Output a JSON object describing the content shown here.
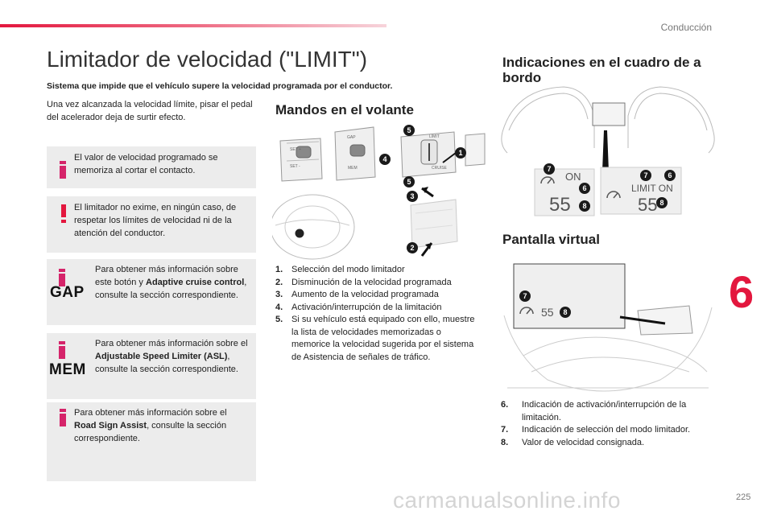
{
  "header": {
    "section": "Conducción",
    "chapter": "6",
    "page": "225"
  },
  "title": "Limitador de velocidad (\"LIMIT\")",
  "subtitle": "Sistema que impide que el vehículo supere la velocidad programada por el conductor.",
  "intro": "Una vez alcanzada la velocidad límite, pisar el pedal del acelerador deja de surtir efecto.",
  "notes": {
    "n1": "El valor de velocidad programado se memoriza al cortar el contacto.",
    "n2": "El limitador no exime, en ningún caso, de respetar los límites de velocidad ni de la atención del conductor.",
    "n3": {
      "label": "GAP",
      "pre": "Para obtener más información sobre este botón y ",
      "bold": "Adaptive cruise control",
      "post": ", consulte la sección correspondiente."
    },
    "n4": {
      "label": "MEM",
      "pre": "Para obtener más información sobre el ",
      "bold": "Adjustable Speed Limiter (ASL)",
      "post": ", consulte la sección correspondiente."
    },
    "n5": {
      "pre": "Para obtener más información sobre el ",
      "bold": "Road Sign Assist",
      "post": ", consulte la sección correspondiente."
    }
  },
  "mandos": {
    "heading": "Mandos en el volante",
    "items": [
      {
        "n": "1.",
        "t": "Selección del modo limitador"
      },
      {
        "n": "2.",
        "t": "Disminución de la velocidad programada"
      },
      {
        "n": "3.",
        "t": "Aumento de la velocidad programada"
      },
      {
        "n": "4.",
        "t": "Activación/interrupción de la limitación"
      },
      {
        "n": "5.",
        "t": "Si su vehículo está equipado con ello, muestre la lista de velocidades memorizadas o memorice la velocidad sugerida por el sistema de Asistencia de señales de tráfico."
      }
    ],
    "stalk_labels": {
      "set_plus": "SET +",
      "set_minus": "SET -",
      "gap": "GAP",
      "mem": "MEM",
      "limit": "LIMIT",
      "cruise": "CRUISE"
    },
    "callouts": [
      "5",
      "4",
      "5",
      "1",
      "3",
      "2"
    ]
  },
  "cuadro": {
    "heading": "Indicaciones en el cuadro de a bordo",
    "display_left": {
      "status": "ON",
      "speed": "55"
    },
    "display_right": {
      "status": "LIMIT ON",
      "speed": "55"
    },
    "callouts": [
      "7",
      "6",
      "8",
      "7",
      "6",
      "8"
    ]
  },
  "virtual": {
    "heading": "Pantalla virtual",
    "display": {
      "speed": "55"
    },
    "callouts": [
      "7",
      "8"
    ],
    "items": [
      {
        "n": "6.",
        "t": "Indicación de activación/interrupción de la limitación."
      },
      {
        "n": "7.",
        "t": "Indicación de selección del modo limitador."
      },
      {
        "n": "8.",
        "t": "Valor de velocidad consignada."
      }
    ]
  },
  "watermark": "carmanualsonline.info",
  "colors": {
    "accent": "#e3173e",
    "info_icon": "#d5246a",
    "note_bg": "#ececec",
    "callout": "#1a1a1a"
  }
}
